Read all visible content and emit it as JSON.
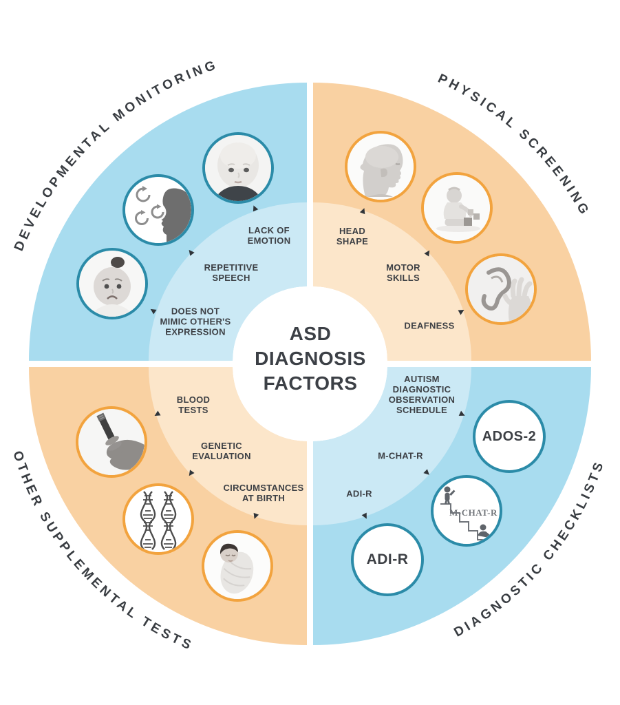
{
  "center": {
    "lines": [
      "ASD",
      "DIAGNOSIS",
      "FACTORS"
    ]
  },
  "colors": {
    "blue_outer": "#A8DCEF",
    "blue_inner": "#CBE9F5",
    "orange_outer": "#F9D1A2",
    "orange_inner": "#FCE6CA",
    "teal_border": "#2B8BA8",
    "orange_border": "#F2A33E",
    "text_dark": "#3D4045"
  },
  "arrow_icon": "▶",
  "quadrants": [
    {
      "title": "DEVELOPMENTAL MONITORING",
      "theme": "blue",
      "items": [
        {
          "lines": [
            "LACK OF",
            "EMOTION"
          ],
          "icon": "expressionless-baby-photo"
        },
        {
          "lines": [
            "REPETITIVE",
            "SPEECH"
          ],
          "icon": "repeating-speech-silhouette"
        },
        {
          "lines": [
            "DOES NOT",
            "MIMIC OTHER'S",
            "EXPRESSION"
          ],
          "icon": "frowning-baby-photo"
        }
      ]
    },
    {
      "title": "PHYSICAL SCREENING",
      "theme": "orange",
      "items": [
        {
          "lines": [
            "HEAD",
            "SHAPE"
          ],
          "icon": "baby-head-profile-photo"
        },
        {
          "lines": [
            "MOTOR",
            "SKILLS"
          ],
          "icon": "baby-playing-blocks-photo"
        },
        {
          "lines": [
            "DEAFNESS"
          ],
          "icon": "hand-behind-ear-photo"
        }
      ]
    },
    {
      "title": "OTHER SUPPLEMENTAL TESTS",
      "theme": "orange",
      "items": [
        {
          "lines": [
            "BLOOD",
            "TESTS"
          ],
          "icon": "hand-holding-blood-tube-photo"
        },
        {
          "lines": [
            "GENETIC",
            "EVALUATION"
          ],
          "icon": "dna-double-helix-drawing"
        },
        {
          "lines": [
            "CIRCUMSTANCES",
            "AT BIRTH"
          ],
          "icon": "swaddled-newborn-photo"
        }
      ]
    },
    {
      "title": "DIAGNOSTIC CHECKLISTS",
      "theme": "blue",
      "items": [
        {
          "lines": [
            "AUTISM",
            "DIAGNOSTIC",
            "OBSERVATION",
            "SCHEDULE"
          ],
          "bubble": "ADOS-2"
        },
        {
          "lines": [
            "M-CHAT-R"
          ],
          "bubble": "M-CHAT-R",
          "icon": "mchat-stairs-figures"
        },
        {
          "lines": [
            "ADI-R"
          ],
          "bubble": "ADI-R"
        }
      ]
    }
  ]
}
